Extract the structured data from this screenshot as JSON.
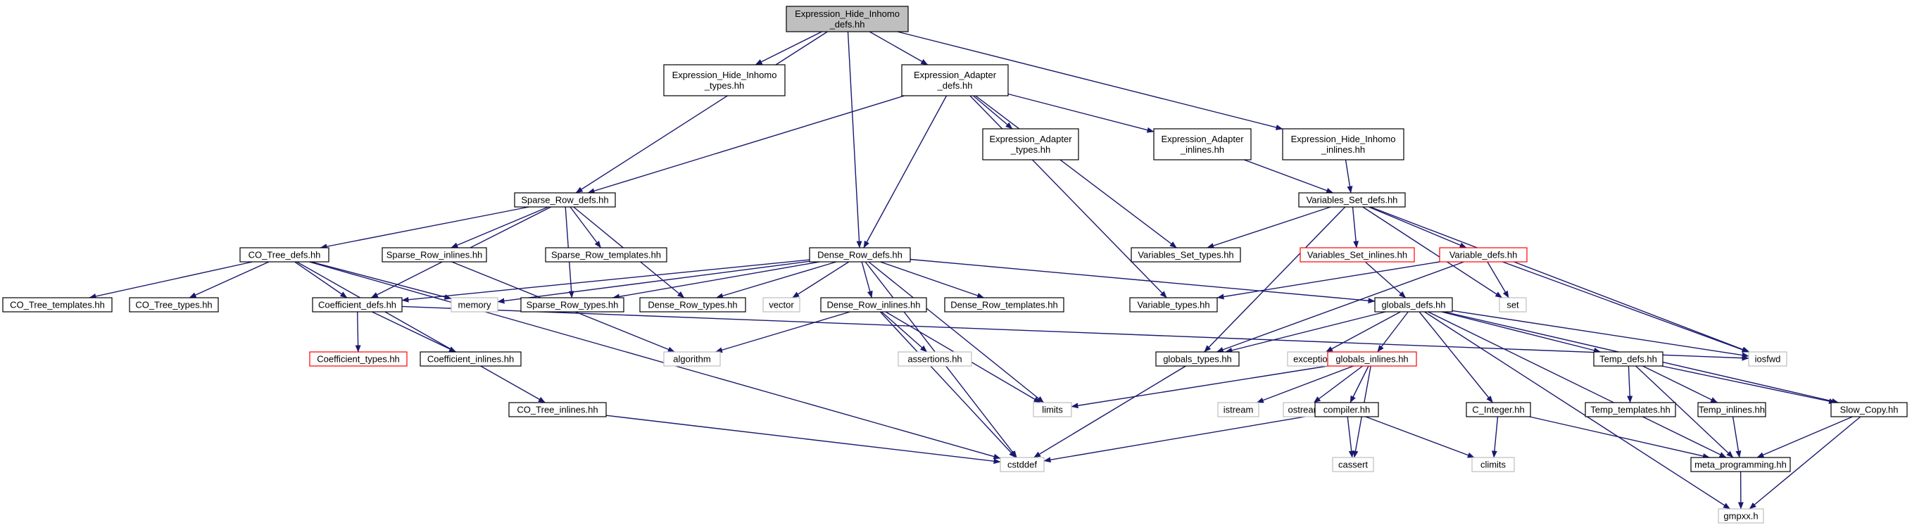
{
  "nodes": [
    {
      "id": "root",
      "lines": [
        "Expression_Hide_Inhomo",
        "_defs.hh"
      ],
      "kind": "root"
    },
    {
      "id": "ehi_types",
      "lines": [
        "Expression_Hide_Inhomo",
        "_types.hh"
      ],
      "kind": "normal"
    },
    {
      "id": "ea_defs",
      "lines": [
        "Expression_Adapter",
        "_defs.hh"
      ],
      "kind": "normal"
    },
    {
      "id": "ehi_inlines",
      "lines": [
        "Expression_Hide_Inhomo",
        "_inlines.hh"
      ],
      "kind": "normal"
    },
    {
      "id": "ea_types",
      "lines": [
        "Expression_Adapter",
        "_types.hh"
      ],
      "kind": "normal"
    },
    {
      "id": "ea_inlines",
      "lines": [
        "Expression_Adapter",
        "_inlines.hh"
      ],
      "kind": "normal"
    },
    {
      "id": "sparse_row_defs",
      "lines": [
        "Sparse_Row_defs.hh"
      ],
      "kind": "normal"
    },
    {
      "id": "vs_defs",
      "lines": [
        "Variables_Set_defs.hh"
      ],
      "kind": "normal"
    },
    {
      "id": "co_tree_defs",
      "lines": [
        "CO_Tree_defs.hh"
      ],
      "kind": "normal"
    },
    {
      "id": "sparse_row_inlines",
      "lines": [
        "Sparse_Row_inlines.hh"
      ],
      "kind": "normal"
    },
    {
      "id": "sparse_row_templates",
      "lines": [
        "Sparse_Row_templates.hh"
      ],
      "kind": "normal"
    },
    {
      "id": "dense_row_defs",
      "lines": [
        "Dense_Row_defs.hh"
      ],
      "kind": "normal"
    },
    {
      "id": "vs_types",
      "lines": [
        "Variables_Set_types.hh"
      ],
      "kind": "normal"
    },
    {
      "id": "vs_inlines",
      "lines": [
        "Variables_Set_inlines.hh"
      ],
      "kind": "trunc"
    },
    {
      "id": "variable_defs",
      "lines": [
        "Variable_defs.hh"
      ],
      "kind": "trunc"
    },
    {
      "id": "co_tree_templates",
      "lines": [
        "CO_Tree_templates.hh"
      ],
      "kind": "normal"
    },
    {
      "id": "co_tree_types",
      "lines": [
        "CO_Tree_types.hh"
      ],
      "kind": "normal"
    },
    {
      "id": "coefficient_defs",
      "lines": [
        "Coefficient_defs.hh"
      ],
      "kind": "normal"
    },
    {
      "id": "memory",
      "lines": [
        "memory"
      ],
      "kind": "ext"
    },
    {
      "id": "sparse_row_types",
      "lines": [
        "Sparse_Row_types.hh"
      ],
      "kind": "normal"
    },
    {
      "id": "dense_row_types",
      "lines": [
        "Dense_Row_types.hh"
      ],
      "kind": "normal"
    },
    {
      "id": "vector",
      "lines": [
        "vector"
      ],
      "kind": "ext"
    },
    {
      "id": "dense_row_inlines",
      "lines": [
        "Dense_Row_inlines.hh"
      ],
      "kind": "normal"
    },
    {
      "id": "dense_row_templates",
      "lines": [
        "Dense_Row_templates.hh"
      ],
      "kind": "normal"
    },
    {
      "id": "variable_types",
      "lines": [
        "Variable_types.hh"
      ],
      "kind": "normal"
    },
    {
      "id": "globals_defs",
      "lines": [
        "globals_defs.hh"
      ],
      "kind": "normal"
    },
    {
      "id": "set",
      "lines": [
        "set"
      ],
      "kind": "ext"
    },
    {
      "id": "coefficient_types",
      "lines": [
        "Coefficient_types.hh"
      ],
      "kind": "trunc"
    },
    {
      "id": "coefficient_inlines",
      "lines": [
        "Coefficient_inlines.hh"
      ],
      "kind": "normal"
    },
    {
      "id": "algorithm",
      "lines": [
        "algorithm"
      ],
      "kind": "ext"
    },
    {
      "id": "assertions",
      "lines": [
        "assertions.hh"
      ],
      "kind": "ext"
    },
    {
      "id": "globals_types",
      "lines": [
        "globals_types.hh"
      ],
      "kind": "normal"
    },
    {
      "id": "exception",
      "lines": [
        "exception"
      ],
      "kind": "ext"
    },
    {
      "id": "globals_inlines",
      "lines": [
        "globals_inlines.hh"
      ],
      "kind": "trunc"
    },
    {
      "id": "temp_defs",
      "lines": [
        "Temp_defs.hh"
      ],
      "kind": "normal"
    },
    {
      "id": "iosfwd",
      "lines": [
        "iosfwd"
      ],
      "kind": "ext"
    },
    {
      "id": "co_tree_inlines",
      "lines": [
        "CO_Tree_inlines.hh"
      ],
      "kind": "normal"
    },
    {
      "id": "limits",
      "lines": [
        "limits"
      ],
      "kind": "ext"
    },
    {
      "id": "istream",
      "lines": [
        "istream"
      ],
      "kind": "ext"
    },
    {
      "id": "ostream",
      "lines": [
        "ostream"
      ],
      "kind": "ext"
    },
    {
      "id": "compiler",
      "lines": [
        "compiler.hh"
      ],
      "kind": "normal"
    },
    {
      "id": "c_integer",
      "lines": [
        "C_Integer.hh"
      ],
      "kind": "normal"
    },
    {
      "id": "temp_templates",
      "lines": [
        "Temp_templates.hh"
      ],
      "kind": "normal"
    },
    {
      "id": "temp_inlines",
      "lines": [
        "Temp_inlines.hh"
      ],
      "kind": "normal"
    },
    {
      "id": "slow_copy",
      "lines": [
        "Slow_Copy.hh"
      ],
      "kind": "normal"
    },
    {
      "id": "cstddef",
      "lines": [
        "cstddef"
      ],
      "kind": "ext"
    },
    {
      "id": "cassert",
      "lines": [
        "cassert"
      ],
      "kind": "ext"
    },
    {
      "id": "climits",
      "lines": [
        "climits"
      ],
      "kind": "ext"
    },
    {
      "id": "meta_programming",
      "lines": [
        "meta_programming.hh"
      ],
      "kind": "normal"
    },
    {
      "id": "gmpxx",
      "lines": [
        "gmpxx.h"
      ],
      "kind": "ext"
    }
  ],
  "edges": [
    [
      "root",
      "ehi_types"
    ],
    [
      "root",
      "ea_defs"
    ],
    [
      "root",
      "ehi_inlines"
    ],
    [
      "root",
      "sparse_row_defs"
    ],
    [
      "root",
      "dense_row_defs"
    ],
    [
      "ea_defs",
      "ea_types"
    ],
    [
      "ea_defs",
      "ea_inlines"
    ],
    [
      "ea_defs",
      "sparse_row_defs"
    ],
    [
      "ea_defs",
      "dense_row_defs"
    ],
    [
      "ea_defs",
      "vs_types"
    ],
    [
      "ea_defs",
      "variable_types"
    ],
    [
      "ea_inlines",
      "vs_defs"
    ],
    [
      "ehi_inlines",
      "vs_defs"
    ],
    [
      "sparse_row_defs",
      "co_tree_defs"
    ],
    [
      "sparse_row_defs",
      "sparse_row_inlines"
    ],
    [
      "sparse_row_defs",
      "sparse_row_templates"
    ],
    [
      "sparse_row_defs",
      "coefficient_defs"
    ],
    [
      "sparse_row_defs",
      "sparse_row_types"
    ],
    [
      "sparse_row_defs",
      "dense_row_types"
    ],
    [
      "vs_defs",
      "vs_types"
    ],
    [
      "vs_defs",
      "vs_inlines"
    ],
    [
      "vs_defs",
      "variable_defs"
    ],
    [
      "vs_defs",
      "globals_types"
    ],
    [
      "vs_defs",
      "set"
    ],
    [
      "vs_defs",
      "iosfwd"
    ],
    [
      "co_tree_defs",
      "co_tree_templates"
    ],
    [
      "co_tree_defs",
      "co_tree_types"
    ],
    [
      "co_tree_defs",
      "coefficient_defs"
    ],
    [
      "co_tree_defs",
      "memory"
    ],
    [
      "co_tree_defs",
      "co_tree_inlines"
    ],
    [
      "co_tree_defs",
      "cstddef"
    ],
    [
      "sparse_row_inlines",
      "algorithm"
    ],
    [
      "dense_row_defs",
      "coefficient_defs"
    ],
    [
      "dense_row_defs",
      "memory"
    ],
    [
      "dense_row_defs",
      "sparse_row_types"
    ],
    [
      "dense_row_defs",
      "dense_row_types"
    ],
    [
      "dense_row_defs",
      "vector"
    ],
    [
      "dense_row_defs",
      "dense_row_inlines"
    ],
    [
      "dense_row_defs",
      "dense_row_templates"
    ],
    [
      "dense_row_defs",
      "globals_defs"
    ],
    [
      "dense_row_defs",
      "limits"
    ],
    [
      "dense_row_defs",
      "cstddef"
    ],
    [
      "vs_inlines",
      "globals_defs"
    ],
    [
      "variable_defs",
      "variable_types"
    ],
    [
      "variable_defs",
      "globals_types"
    ],
    [
      "variable_defs",
      "set"
    ],
    [
      "variable_defs",
      "iosfwd"
    ],
    [
      "coefficient_defs",
      "coefficient_types"
    ],
    [
      "coefficient_defs",
      "coefficient_inlines"
    ],
    [
      "coefficient_defs",
      "iosfwd"
    ],
    [
      "dense_row_inlines",
      "algorithm"
    ],
    [
      "dense_row_inlines",
      "assertions"
    ],
    [
      "dense_row_inlines",
      "limits"
    ],
    [
      "dense_row_inlines",
      "cstddef"
    ],
    [
      "globals_defs",
      "globals_types"
    ],
    [
      "globals_defs",
      "exception"
    ],
    [
      "globals_defs",
      "globals_inlines"
    ],
    [
      "globals_defs",
      "temp_defs"
    ],
    [
      "globals_defs",
      "iosfwd"
    ],
    [
      "globals_defs",
      "c_integer"
    ],
    [
      "globals_defs",
      "meta_programming"
    ],
    [
      "globals_defs",
      "slow_copy"
    ],
    [
      "globals_defs",
      "gmpxx"
    ],
    [
      "globals_types",
      "cstddef"
    ],
    [
      "globals_inlines",
      "limits"
    ],
    [
      "globals_inlines",
      "istream"
    ],
    [
      "globals_inlines",
      "ostream"
    ],
    [
      "globals_inlines",
      "compiler"
    ],
    [
      "globals_inlines",
      "cassert"
    ],
    [
      "temp_defs",
      "temp_templates"
    ],
    [
      "temp_defs",
      "temp_inlines"
    ],
    [
      "temp_defs",
      "slow_copy"
    ],
    [
      "temp_defs",
      "meta_programming"
    ],
    [
      "co_tree_inlines",
      "cstddef"
    ],
    [
      "compiler",
      "cstddef"
    ],
    [
      "compiler",
      "cassert"
    ],
    [
      "compiler",
      "climits"
    ],
    [
      "c_integer",
      "climits"
    ],
    [
      "c_integer",
      "meta_programming"
    ],
    [
      "temp_inlines",
      "meta_programming"
    ],
    [
      "slow_copy",
      "meta_programming"
    ],
    [
      "slow_copy",
      "gmpxx"
    ],
    [
      "meta_programming",
      "gmpxx"
    ]
  ]
}
